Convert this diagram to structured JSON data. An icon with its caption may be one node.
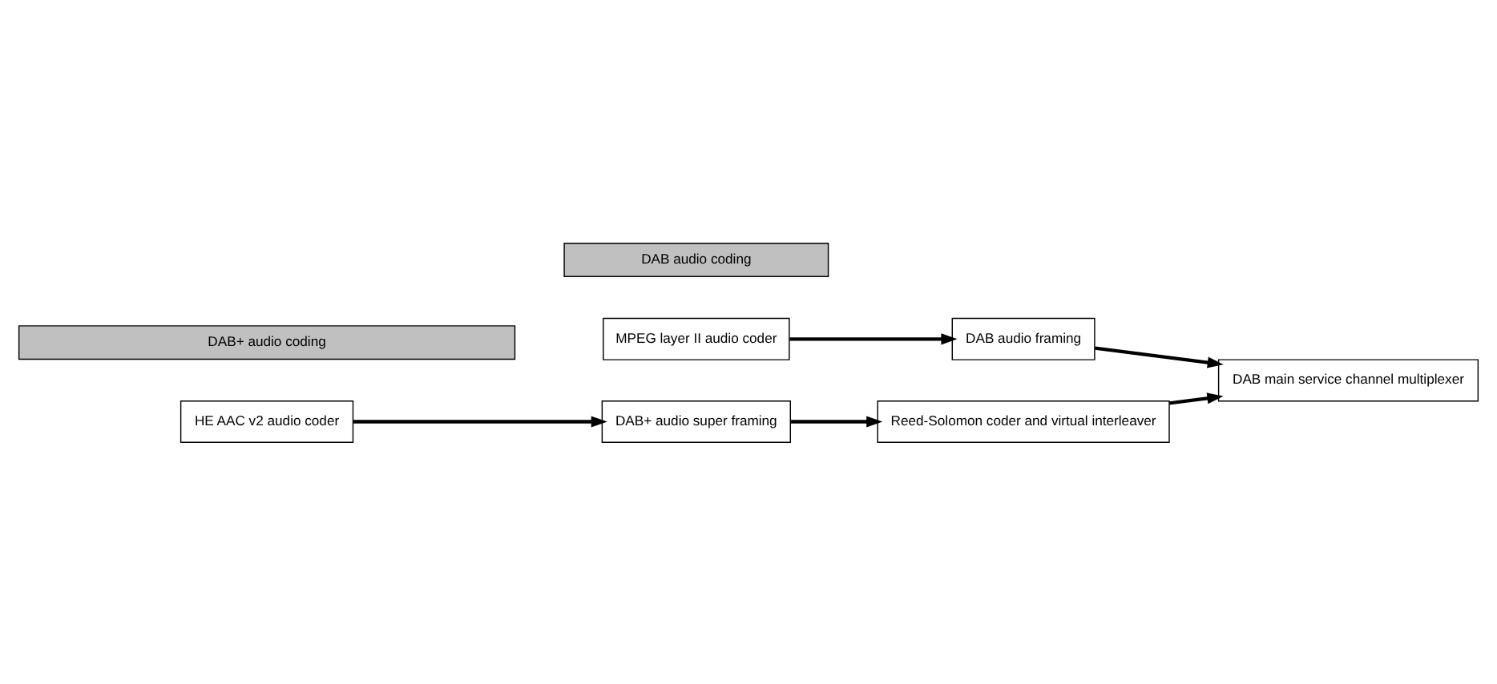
{
  "diagram": {
    "nodes": [
      {
        "text": [
          "MPEG layer II audio coder"
        ]
      },
      {
        "text": [
          "DAB audio framing"
        ]
      },
      {
        "text": [
          "DAB audio coding"
        ]
      },
      {
        "text": [
          "DAB main service channel multiplexer"
        ]
      },
      {
        "text": [
          "HE AAC v2 audio coder"
        ]
      },
      {
        "text": [
          "DAB+ audio super framing"
        ]
      },
      {
        "text": [
          "Reed-Solomon coder and virtual interleaver"
        ]
      },
      {
        "text": [
          "DAB+ audio coding"
        ]
      }
    ],
    "edges": [
      {
        "from": 0,
        "to": 1,
        "arrow": "to"
      },
      {
        "from": 1,
        "to": 3,
        "arrow": "to"
      },
      {
        "from": 4,
        "to": 5,
        "arrow": "to"
      },
      {
        "from": 5,
        "to": 6,
        "arrow": "to"
      },
      {
        "from": 6,
        "to": 3,
        "arrow": "to"
      }
    ]
  }
}
